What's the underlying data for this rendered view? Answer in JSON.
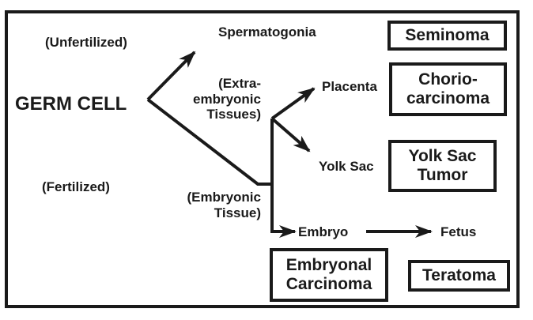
{
  "diagram": {
    "title": "GERM CELL",
    "colors": {
      "ink": "#1a1a1a",
      "background": "#ffffff"
    },
    "labels": {
      "unfertilized": "(Unfertilized)",
      "fertilized": "(Fertilized)",
      "spermatogonia": "Spermatogonia",
      "extra_line1": "(Extra-",
      "extra_line2": "embryonic",
      "extra_line3": "Tissues)",
      "embryonic_line1": "(Embryonic",
      "embryonic_line2": "Tissue)",
      "placenta": "Placenta",
      "yolk_sac": "Yolk Sac",
      "embryo": "Embryo",
      "fetus": "Fetus"
    },
    "tumors": {
      "seminoma": "Seminoma",
      "chorio_line1": "Chorio-",
      "chorio_line2": "carcinoma",
      "yolk_line1": "Yolk Sac",
      "yolk_line2": "Tumor",
      "embryonal_line1": "Embryonal",
      "embryonal_line2": "Carcinoma",
      "teratoma": "Teratoma"
    }
  }
}
